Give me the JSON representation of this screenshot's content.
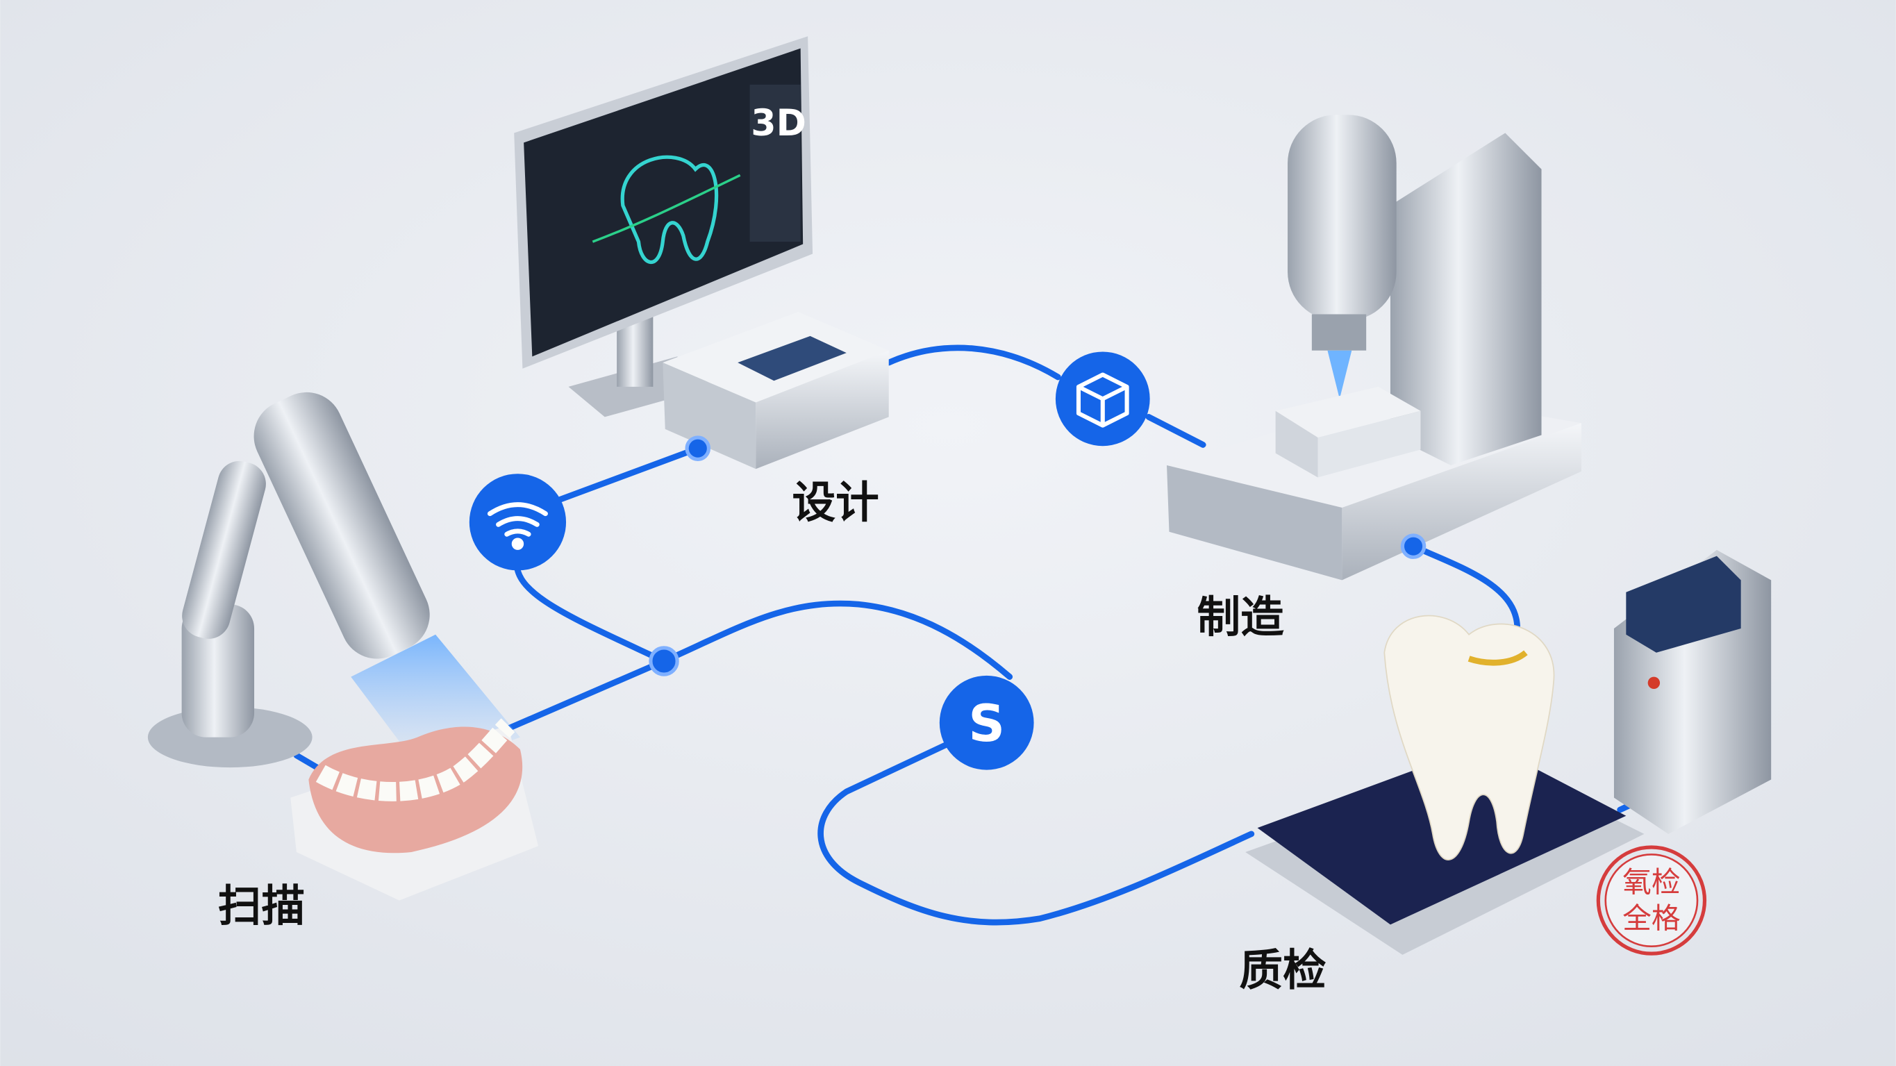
{
  "stages": [
    {
      "id": "scan",
      "label": "扫描"
    },
    {
      "id": "design",
      "label": "设计"
    },
    {
      "id": "manufacture",
      "label": "制造"
    },
    {
      "id": "inspection",
      "label": "质检"
    }
  ],
  "monitor_text": "3D",
  "nodes": [
    {
      "id": "wifi",
      "icon": "wifi-icon"
    },
    {
      "id": "cube",
      "icon": "cube-icon"
    },
    {
      "id": "s",
      "icon": "s-icon",
      "text": "S"
    }
  ],
  "stamp": {
    "text": "氧检全格"
  },
  "colors": {
    "accent": "#1565e8",
    "background": "#e9ecf1",
    "stamp": "#d42a2a",
    "pad": "#1b2350"
  }
}
